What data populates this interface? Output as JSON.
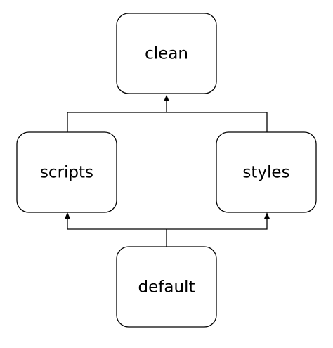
{
  "nodes": {
    "clean": {
      "label": "clean"
    },
    "scripts": {
      "label": "scripts"
    },
    "styles": {
      "label": "styles"
    },
    "default": {
      "label": "default"
    }
  },
  "edges": [
    {
      "from": "scripts",
      "to": "clean"
    },
    {
      "from": "styles",
      "to": "clean"
    },
    {
      "from": "default",
      "to": "scripts"
    },
    {
      "from": "default",
      "to": "styles"
    }
  ],
  "colors": {
    "stroke": "#000000",
    "background": "#ffffff"
  }
}
